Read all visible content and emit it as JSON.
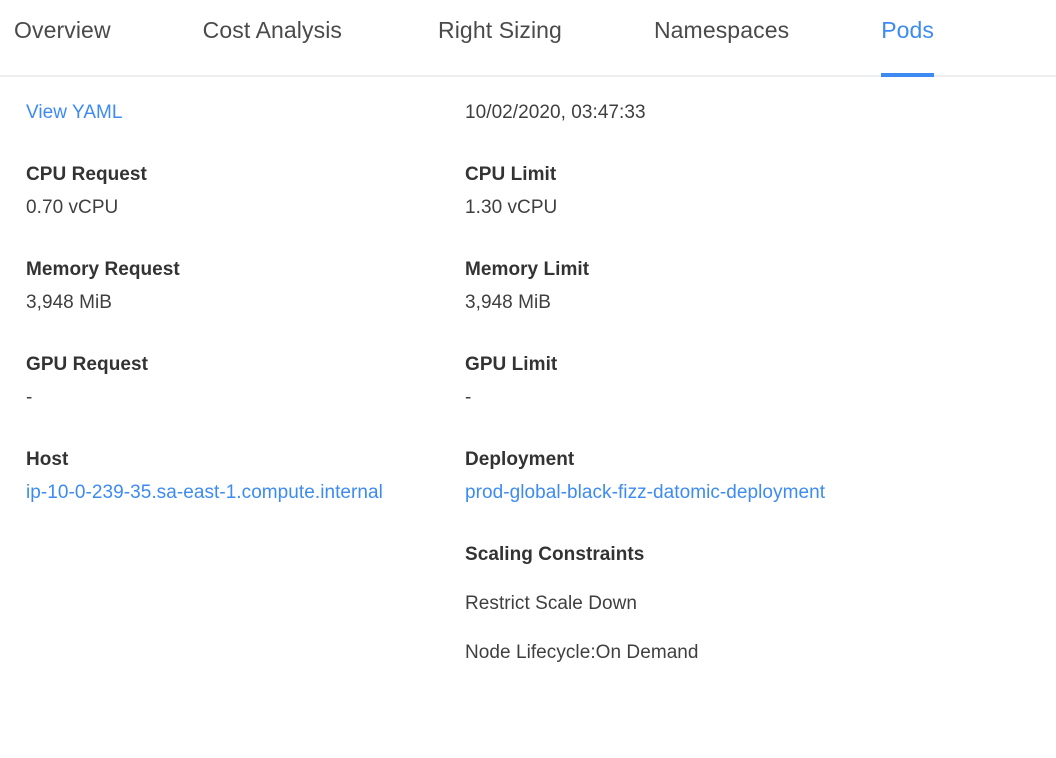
{
  "tabs": [
    {
      "label": "Overview",
      "name": "tab-overview",
      "active": false
    },
    {
      "label": "Cost Analysis",
      "name": "tab-cost-analysis",
      "active": false
    },
    {
      "label": "Right Sizing",
      "name": "tab-right-sizing",
      "active": false
    },
    {
      "label": "Namespaces",
      "name": "tab-namespaces",
      "active": false
    },
    {
      "label": "Pods",
      "name": "tab-pods",
      "active": true
    }
  ],
  "colors": {
    "accent": "#3d8bf2",
    "link": "#3d8bf2",
    "label": "#333333",
    "value": "#3f3f3f",
    "tab_inactive": "#4a4a4a",
    "divider": "#eceef0",
    "background": "#ffffff"
  },
  "left_column": {
    "yaml_link": "View YAML",
    "cpu_request": {
      "label": "CPU Request",
      "value": "0.70 vCPU"
    },
    "memory_request": {
      "label": "Memory Request",
      "value": "3,948 MiB"
    },
    "gpu_request": {
      "label": "GPU Request",
      "value": "-"
    },
    "host": {
      "label": "Host",
      "value": "ip-10-0-239-35.sa-east-1.compute.internal"
    }
  },
  "right_column": {
    "timestamp": "10/02/2020, 03:47:33",
    "cpu_limit": {
      "label": "CPU Limit",
      "value": "1.30 vCPU"
    },
    "memory_limit": {
      "label": "Memory Limit",
      "value": "3,948 MiB"
    },
    "gpu_limit": {
      "label": "GPU Limit",
      "value": "-"
    },
    "deployment": {
      "label": "Deployment",
      "value": "prod-global-black-fizz-datomic-deployment"
    },
    "scaling_constraints": {
      "label": "Scaling Constraints",
      "items": [
        "Restrict Scale Down",
        "Node Lifecycle:On Demand"
      ]
    }
  }
}
